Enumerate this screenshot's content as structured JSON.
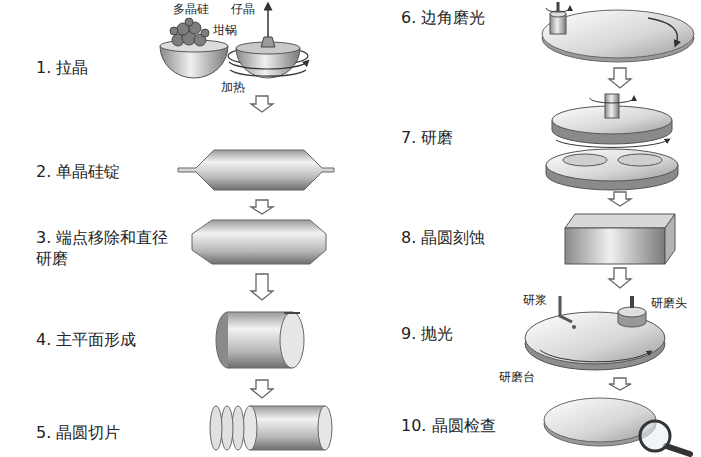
{
  "diagram": {
    "nodes": [
      {
        "text": [
          "1. 拉晶"
        ]
      },
      {
        "text": [
          "2. 单晶硅锭"
        ]
      },
      {
        "text": [
          "3. 端点移除和直径研磨"
        ]
      },
      {
        "text": [
          "4. 主平面形成"
        ]
      },
      {
        "text": [
          "5. 晶圆切片"
        ]
      },
      {
        "text": [
          "6. 边角磨光"
        ]
      },
      {
        "text": [
          "7. 研磨"
        ]
      },
      {
        "text": [
          "8. 晶圆刻蚀"
        ]
      },
      {
        "text": [
          "9. 抛光"
        ]
      },
      {
        "text": [
          "10. 晶圆检查"
        ]
      }
    ],
    "edges": [
      {
        "from": 0,
        "to": 1,
        "arrow": "to"
      },
      {
        "from": 1,
        "to": 2,
        "arrow": "to"
      },
      {
        "from": 2,
        "to": 3,
        "arrow": "to"
      },
      {
        "from": 3,
        "to": 4,
        "arrow": "to"
      },
      {
        "from": 5,
        "to": 6,
        "arrow": "to"
      },
      {
        "from": 6,
        "to": 7,
        "arrow": "to"
      },
      {
        "from": 7,
        "to": 8,
        "arrow": "to"
      },
      {
        "from": 8,
        "to": 9,
        "arrow": "to"
      }
    ],
    "labels": [
      "多晶硅",
      "仔晶",
      "坩锅",
      "加热",
      "研浆",
      "研磨头",
      "研磨台"
    ]
  }
}
